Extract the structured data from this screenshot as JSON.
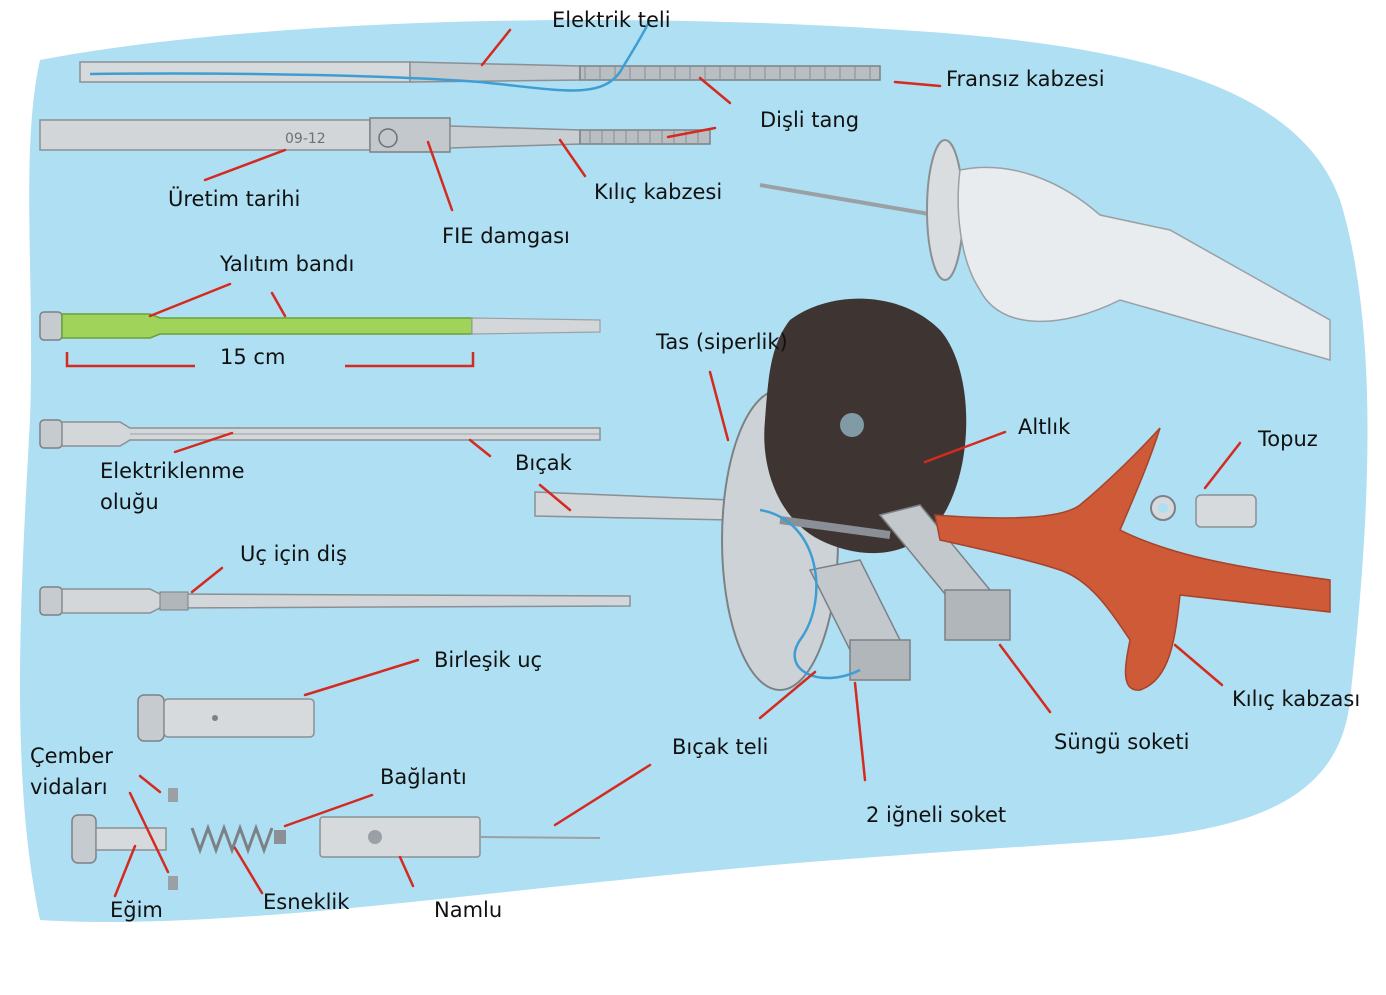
{
  "diagram": {
    "labels": {
      "elektrik_teli": "Elektrik teli",
      "fransiz_kabzesi": "Fransız kabzesi",
      "disli_tang": "Dişli tang",
      "uretim_tarihi": "Üretim tarihi",
      "fie_damgasi": "FIE damgası",
      "kilic_kabzesi": "Kılıç kabzesi",
      "yalitim_bandi": "Yalıtım bandı",
      "olcu_15cm": "15 cm",
      "tas_siperlik": "Tas (siperlik)",
      "altlik": "Altlık",
      "topuz": "Topuz",
      "elektriklenme_olugu_1": "Elektriklenme",
      "elektriklenme_olugu_2": "oluğu",
      "bicak": "Bıçak",
      "uc_icin_dis": "Uç için diş",
      "birlesik_uc": "Birleşik uç",
      "cember_vidalari_1": "Çember",
      "cember_vidalari_2": "vidaları",
      "baglanti": "Bağlantı",
      "bicak_teli": "Bıçak teli",
      "egim": "Eğim",
      "esneklik": "Esneklik",
      "namlu": "Namlu",
      "iki_igneli_soket": "2 iğneli soket",
      "sungu_soketi": "Süngü soketi",
      "kilic_kabzasi": "Kılıç  kabzası"
    },
    "stamp_text": "09-12",
    "colors": {
      "background": "#aedff2",
      "leader_line": "#d42a1f",
      "blade": "#c9ced2",
      "insulation_tape": "#9fd35a",
      "guard_pad": "#3e3533",
      "grip": "#cf5a37",
      "wire": "#3e9ed3"
    }
  }
}
